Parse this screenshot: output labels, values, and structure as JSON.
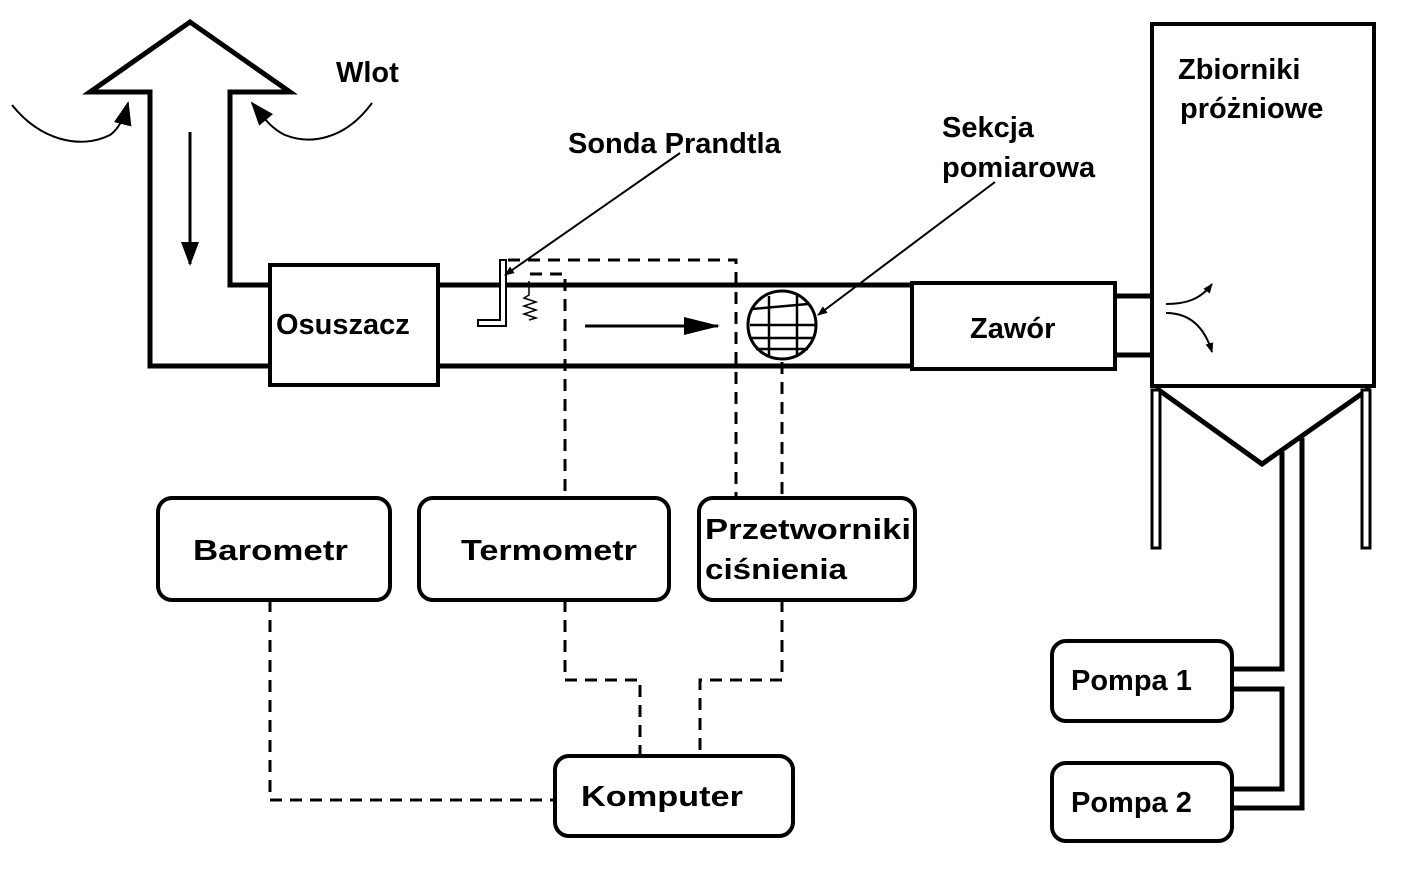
{
  "diagram": {
    "type": "wind-tunnel-schematic",
    "colors": {
      "stroke": "#000000",
      "background": "#ffffff"
    },
    "labels": {
      "inlet": "Wlot",
      "pitot_probe": "Sonda Prandtla",
      "test_section_line1": "Sekcja",
      "test_section_line2": "pomiarowa",
      "tanks_line1": "Zbiorniki",
      "tanks_line2": "próżniowe"
    },
    "components": {
      "dryer": "Osuszacz",
      "valve": "Zawór",
      "barometer": "Barometr",
      "thermometer": "Termometr",
      "transducers_line1": "Przetworniki",
      "transducers_line2": "ciśnienia",
      "computer": "Komputer",
      "pump1": "Pompa 1",
      "pump2": "Pompa 2"
    },
    "connections": [
      {
        "from": "Wlot",
        "to": "Osuszacz",
        "kind": "duct"
      },
      {
        "from": "Osuszacz",
        "to": "Sekcja pomiarowa",
        "kind": "duct"
      },
      {
        "from": "Sekcja pomiarowa",
        "to": "Zawór",
        "kind": "duct"
      },
      {
        "from": "Zawór",
        "to": "Zbiorniki próżniowe",
        "kind": "duct"
      },
      {
        "from": "Zbiorniki próżniowe",
        "to": "Pompa 1",
        "kind": "pipe"
      },
      {
        "from": "Zbiorniki próżniowe",
        "to": "Pompa 2",
        "kind": "pipe"
      },
      {
        "from": "Sonda Prandtla",
        "to": "Przetworniki ciśnienia",
        "kind": "signal"
      },
      {
        "from": "Termometr",
        "to": "Komputer",
        "kind": "signal"
      },
      {
        "from": "Przetworniki ciśnienia",
        "to": "Komputer",
        "kind": "signal"
      },
      {
        "from": "Barometr",
        "to": "Komputer",
        "kind": "signal"
      }
    ]
  }
}
